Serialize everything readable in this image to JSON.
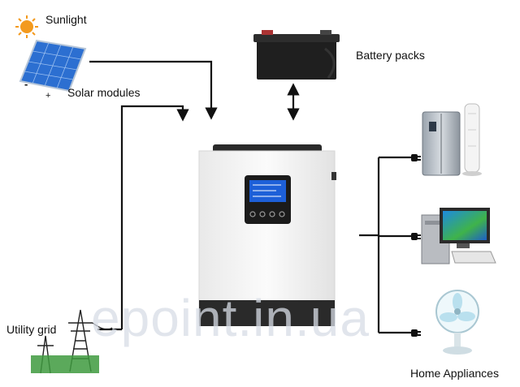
{
  "labels": {
    "sunlight": "Sunlight",
    "solar_modules": "Solar modules",
    "battery_packs": "Battery packs",
    "utility_grid": "Utility grid",
    "home_appliances": "Home Appliances"
  },
  "panel_signs": {
    "minus": "-",
    "plus": "+"
  },
  "watermark": "epoint.in.ua",
  "colors": {
    "line": "#111111",
    "sun": "#f39a1e",
    "panel": "#2c6fd1",
    "inverter_body": "#f2f2f2",
    "inverter_base": "#2a2a2a",
    "display": "#1d5fd8"
  },
  "icons": [
    "sun-icon",
    "solar-panel-icon",
    "battery-icon",
    "inverter-icon",
    "transmission-tower-icon",
    "refrigerator-icon",
    "tower-fan-icon",
    "computer-icon",
    "desk-fan-icon",
    "plug-icon"
  ]
}
